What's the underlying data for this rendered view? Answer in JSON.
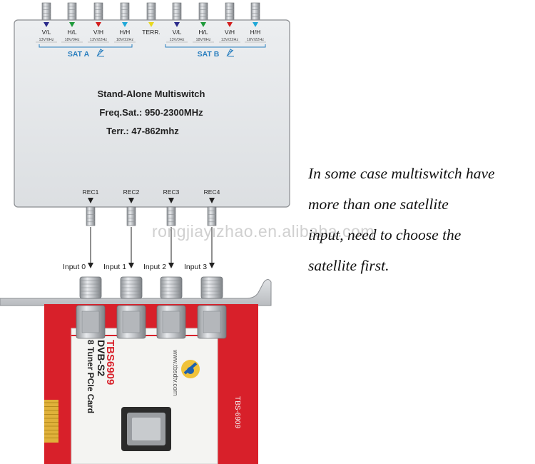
{
  "multiswitch": {
    "title": "Stand-Alone Multiswitch",
    "freq_sat": "Freq.Sat.: 950-2300MHz",
    "terr": "Terr.: 47-862mhz",
    "sat_a": "SAT A",
    "sat_b": "SAT B",
    "inputs": [
      {
        "label": "V/L",
        "sub": "13V/0Hz",
        "color": "#2a2a8a"
      },
      {
        "label": "H/L",
        "sub": "18V/0Hz",
        "color": "#1f9a3a"
      },
      {
        "label": "V/H",
        "sub": "13V/22Hz",
        "color": "#d21d1d"
      },
      {
        "label": "H/H",
        "sub": "18V/22Hz",
        "color": "#20a8d8"
      },
      {
        "label": "TERR.",
        "sub": "",
        "color": "#e8d81e"
      },
      {
        "label": "V/L",
        "sub": "13V/0Hz",
        "color": "#2a2a8a"
      },
      {
        "label": "H/L",
        "sub": "18V/0Hz",
        "color": "#1f9a3a"
      },
      {
        "label": "V/H",
        "sub": "13V/22Hz",
        "color": "#d21d1d"
      },
      {
        "label": "H/H",
        "sub": "18V/22Hz",
        "color": "#20a8d8"
      }
    ],
    "outputs": [
      "REC1",
      "REC2",
      "REC3",
      "REC4"
    ]
  },
  "card": {
    "inputs": [
      "Input 0",
      "Input 1",
      "Input 2",
      "Input 3"
    ],
    "model": "TBS6909",
    "standard": "DVB-S2",
    "description": "8 Tuner PCIe Card",
    "website": "www.tbsdtv.com",
    "edge_label": "TBS-6909"
  },
  "caption": [
    "In some case multiswitch have",
    "more than one satellite",
    "input, need to choose the",
    "satellite first."
  ],
  "watermark": "rongjiayizhao.en.alibaba.com",
  "colors": {
    "switch_body": "#e6e8ea",
    "pcb_red": "#d8202a",
    "bracket": "#c9ccd0",
    "accent_blue": "#2a7fbf"
  }
}
